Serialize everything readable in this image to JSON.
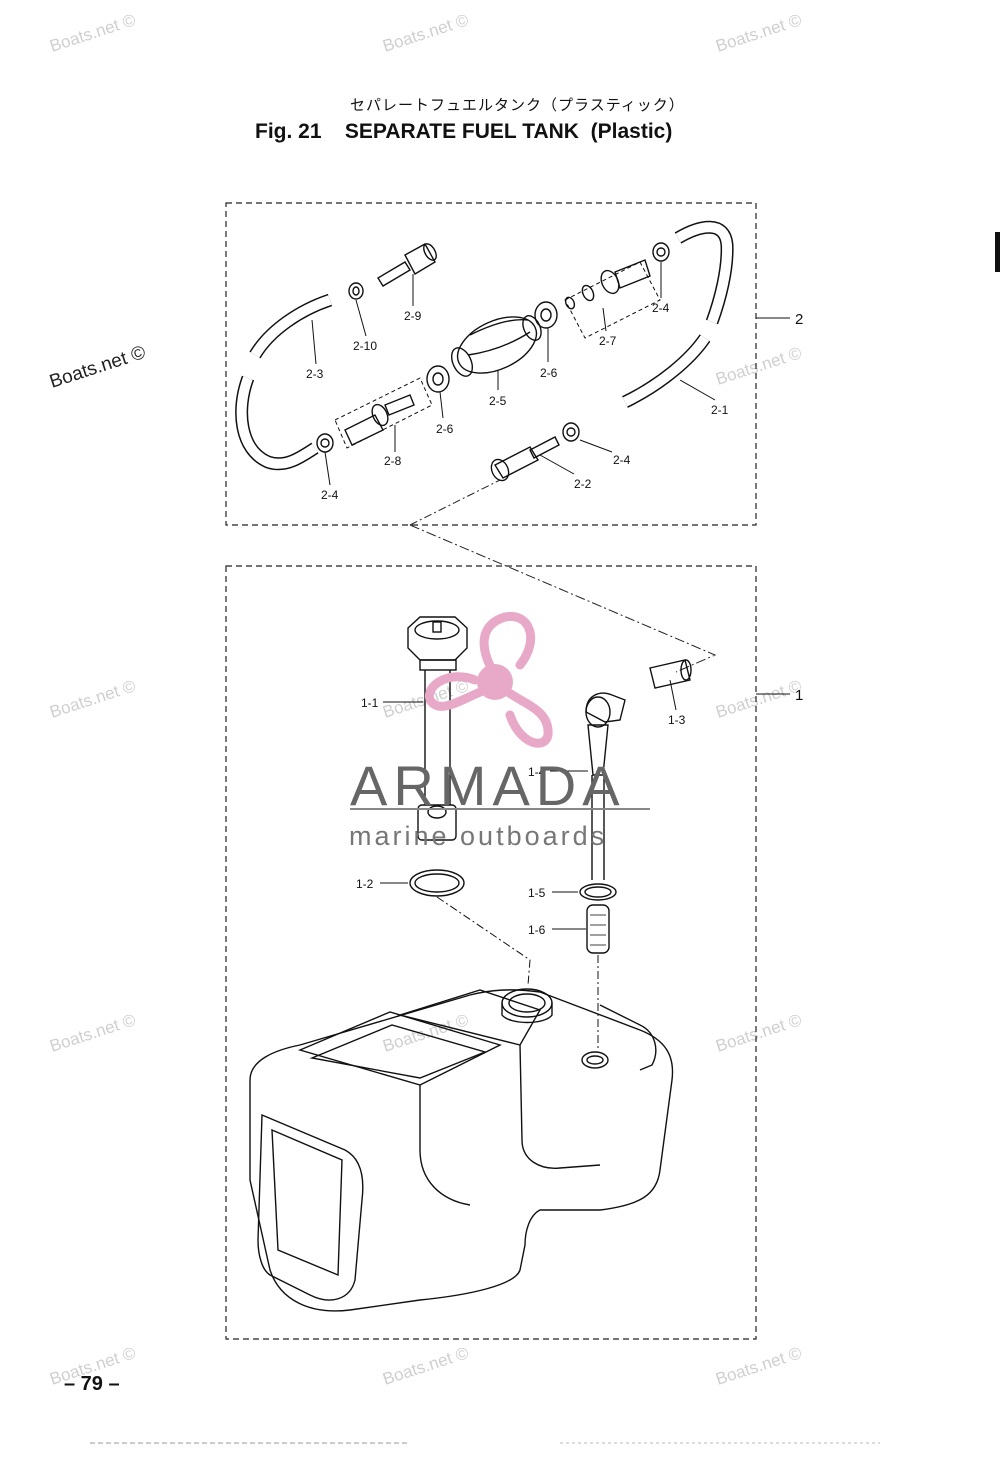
{
  "header": {
    "japanese_title": "セパレートフュエルタンク（プラスティック）",
    "figure_title": "Fig. 21    SEPARATE FUEL TANK  (Plastic)"
  },
  "callouts": {
    "group_2": "2",
    "group_1": "1",
    "p2_1": "2-1",
    "p2_2": "2-2",
    "p2_3": "2-3",
    "p2_4a": "2-4",
    "p2_4b": "2-4",
    "p2_4c": "2-4",
    "p2_5": "2-5",
    "p2_6a": "2-6",
    "p2_6b": "2-6",
    "p2_7": "2-7",
    "p2_8": "2-8",
    "p2_9": "2-9",
    "p2_10": "2-10",
    "p1_1": "1-1",
    "p1_2": "1-2",
    "p1_3": "1-3",
    "p1_4": "1-4",
    "p1_5": "1-5",
    "p1_6": "1-6"
  },
  "watermark": {
    "text": "Boats.net ©",
    "logo_name": "ARMADA",
    "logo_tagline": "marine outboards"
  },
  "footer": {
    "page_number": "– 79 –"
  }
}
